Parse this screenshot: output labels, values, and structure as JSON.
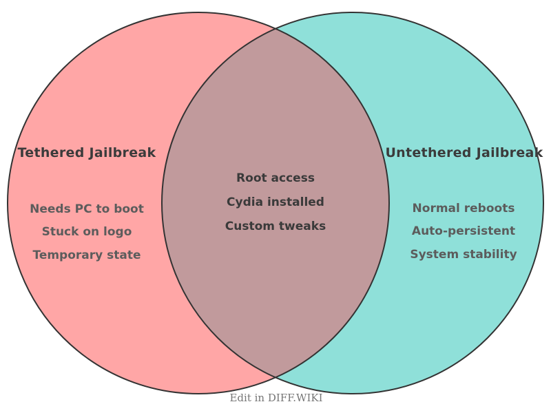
{
  "diagram": {
    "type": "venn",
    "left_set": {
      "title": "Tethered Jailbreak",
      "items": [
        "Needs PC to boot",
        "Stuck on logo",
        "Temporary state"
      ],
      "fill_color": "#ffa6a6"
    },
    "right_set": {
      "title": "Untethered Jailbreak",
      "items": [
        "Normal reboots",
        "Auto-persistent",
        "System stability"
      ],
      "fill_color": "#8fe0d9"
    },
    "overlap": {
      "items": [
        "Root access",
        "Cydia installed",
        "Custom tweaks"
      ],
      "fill_color": "#c19a9c"
    },
    "outline_color": "#333333"
  },
  "footer": {
    "label": "Edit in DIFF.WIKI"
  }
}
